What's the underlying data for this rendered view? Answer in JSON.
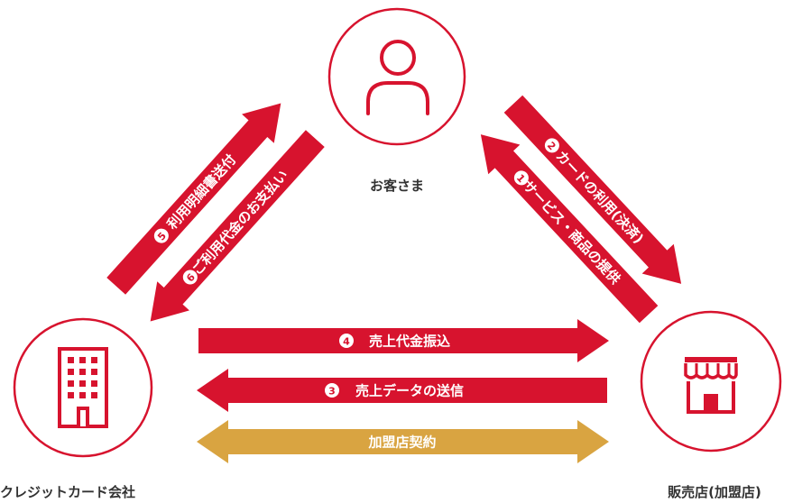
{
  "colors": {
    "red": "#d7132e",
    "gold": "#d9a441",
    "text": "#333333",
    "white": "#ffffff"
  },
  "nodes": {
    "customer": {
      "label": "お客さま",
      "icon": "person-icon"
    },
    "card_company": {
      "label": "クレジットカード会社",
      "icon": "office-building-icon"
    },
    "merchant": {
      "label": "販売店(加盟店)",
      "icon": "storefront-icon"
    }
  },
  "flows": {
    "service_provision": {
      "num": "1",
      "text": "サービス・商品の提供"
    },
    "card_use": {
      "num": "2",
      "text": "カードの利用(決済)"
    },
    "sales_data": {
      "num": "3",
      "text": "売上データの送信"
    },
    "sales_payment": {
      "num": "4",
      "text": "売上代金振込"
    },
    "statement": {
      "num": "5",
      "text": "利用明細書送付"
    },
    "usage_payment": {
      "num": "6",
      "text": "ご利用代金のお支払い"
    },
    "merchant_contract": {
      "text": "加盟店契約"
    }
  }
}
